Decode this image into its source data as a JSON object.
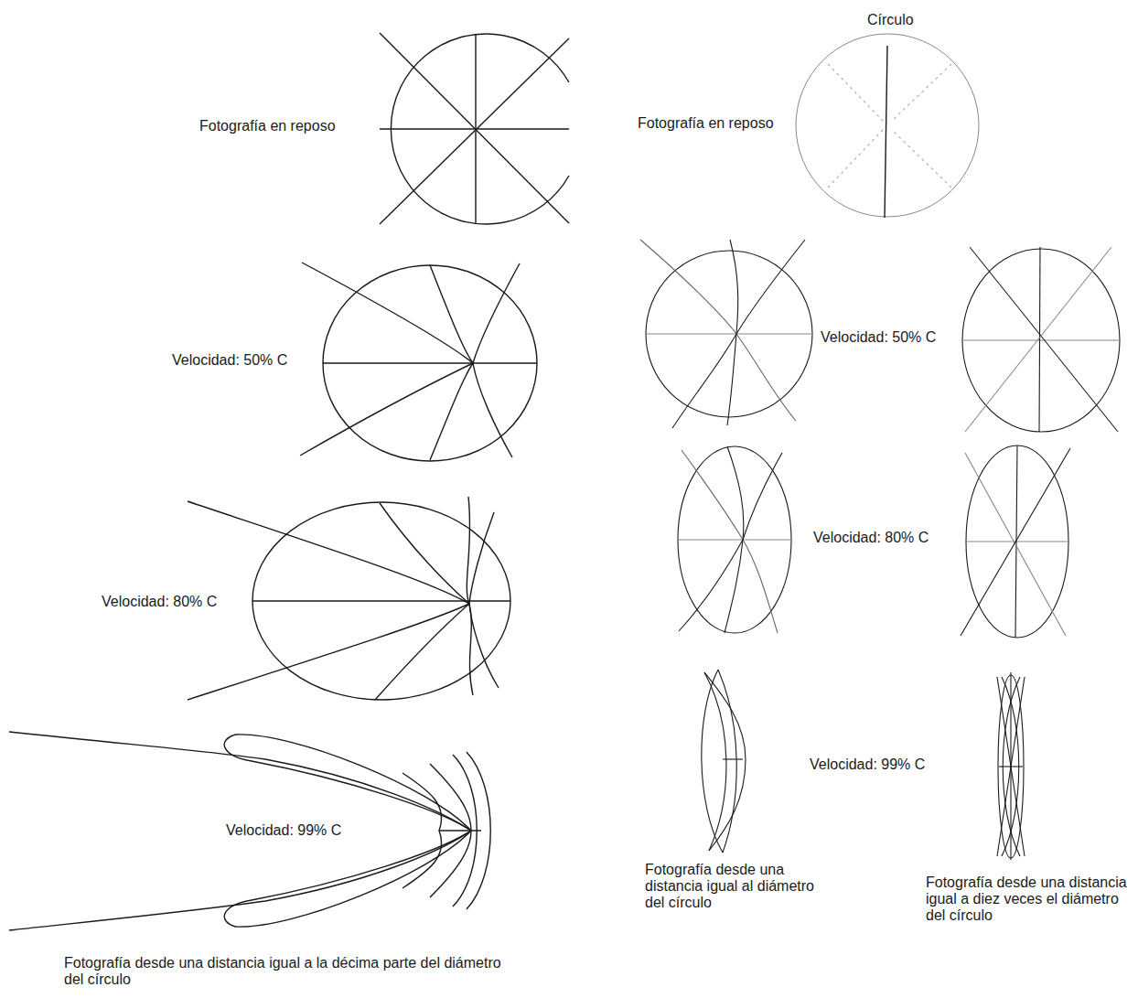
{
  "diagram": {
    "labels": [
      "Fotografía en reposo",
      "Círculo",
      "Fotografía en reposo",
      "Velocidad: 50% C",
      "Velocidad: 50% C",
      "Velocidad: 80% C",
      "Velocidad: 80% C",
      "Velocidad: 99% C",
      "Velocidad: 99% C",
      "Fotografía desde una distancia igual a la décima parte del diámetro del círculo",
      "Fotografía desde una distancia igual al diámetro del círculo",
      "Fotografía desde una distancia igual a diez veces el diámetro del círculo"
    ]
  }
}
